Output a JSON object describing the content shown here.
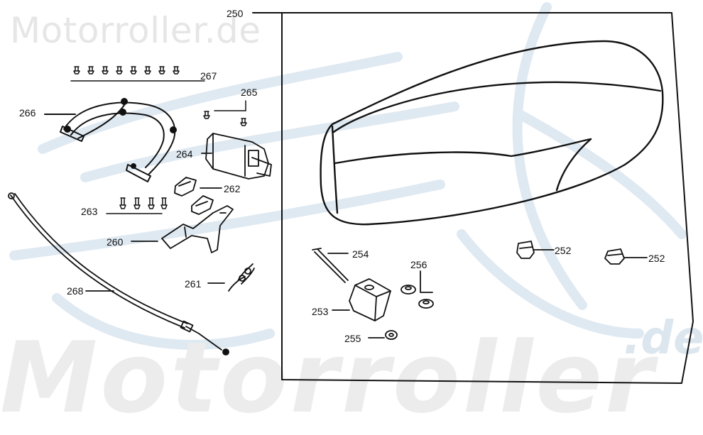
{
  "watermark": {
    "top": "Motorroller.de",
    "bottom": "Motorroller",
    "suffix": ".de"
  },
  "parts": [
    {
      "id": "250",
      "label": "250"
    },
    {
      "id": "252a",
      "label": "252"
    },
    {
      "id": "252b",
      "label": "252"
    },
    {
      "id": "253",
      "label": "253"
    },
    {
      "id": "254",
      "label": "254"
    },
    {
      "id": "255",
      "label": "255"
    },
    {
      "id": "256",
      "label": "256"
    },
    {
      "id": "260",
      "label": "260"
    },
    {
      "id": "261",
      "label": "261"
    },
    {
      "id": "262",
      "label": "262"
    },
    {
      "id": "263",
      "label": "263"
    },
    {
      "id": "264",
      "label": "264"
    },
    {
      "id": "265",
      "label": "265"
    },
    {
      "id": "266",
      "label": "266"
    },
    {
      "id": "267",
      "label": "267"
    },
    {
      "id": "268",
      "label": "268"
    }
  ]
}
